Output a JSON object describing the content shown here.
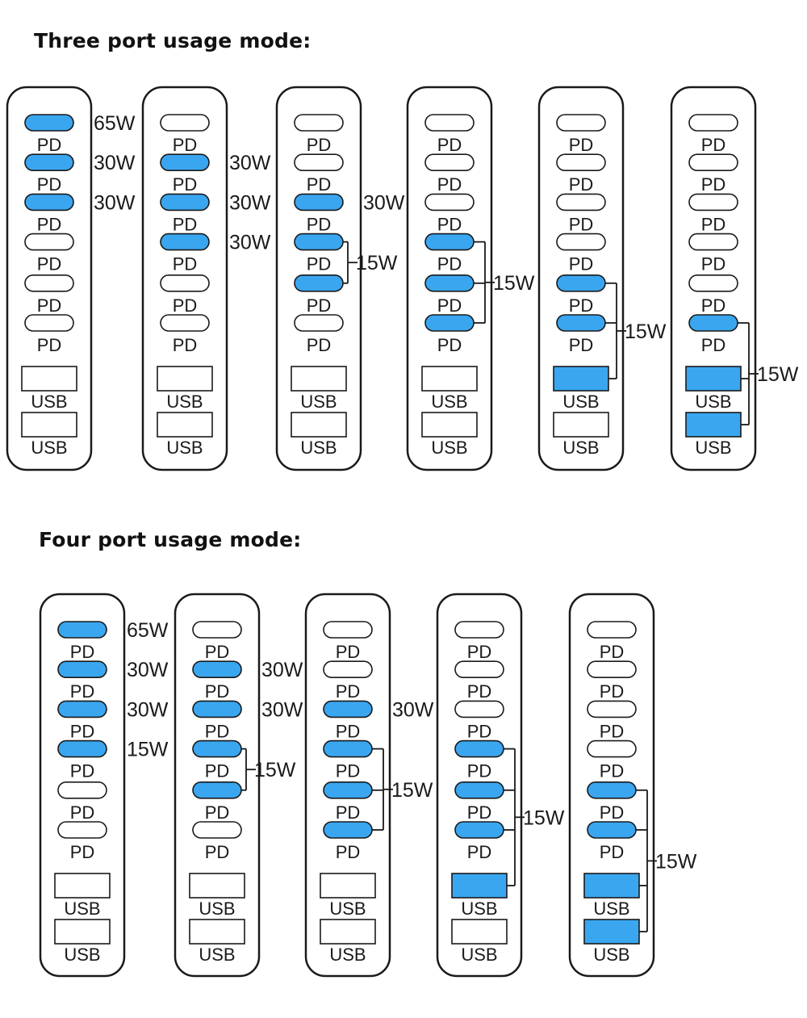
{
  "titles": {
    "three_port": "Three port usage mode:",
    "four_port": "Four port usage mode:"
  },
  "labels": {
    "pd": "PD",
    "usb": "USB"
  },
  "colors": {
    "active": "#3aa6f0",
    "outline": "#1a1a1a",
    "background": "#ffffff"
  },
  "sections": [
    {
      "name": "three-port",
      "strips": [
        {
          "active": [
            0,
            1,
            2
          ],
          "watts": [
            {
              "ports": [
                0
              ],
              "text": "65W"
            },
            {
              "ports": [
                1
              ],
              "text": "30W"
            },
            {
              "ports": [
                2
              ],
              "text": "30W"
            }
          ]
        },
        {
          "active": [
            1,
            2,
            3
          ],
          "watts": [
            {
              "ports": [
                1
              ],
              "text": "30W"
            },
            {
              "ports": [
                2
              ],
              "text": "30W"
            },
            {
              "ports": [
                3
              ],
              "text": "30W"
            }
          ]
        },
        {
          "active": [
            2,
            3,
            4
          ],
          "watts": [
            {
              "ports": [
                2
              ],
              "text": "30W"
            },
            {
              "ports": [
                3,
                4
              ],
              "text": "15W"
            }
          ]
        },
        {
          "active": [
            3,
            4,
            5
          ],
          "watts": [
            {
              "ports": [
                3,
                4,
                5
              ],
              "text": "15W"
            }
          ]
        },
        {
          "active": [
            4,
            5,
            6
          ],
          "watts": [
            {
              "ports": [
                4,
                5,
                6
              ],
              "text": "15W"
            }
          ]
        },
        {
          "active": [
            5,
            6,
            7
          ],
          "watts": [
            {
              "ports": [
                5,
                6,
                7
              ],
              "text": "15W"
            }
          ]
        }
      ]
    },
    {
      "name": "four-port",
      "strips": [
        {
          "active": [
            0,
            1,
            2,
            3
          ],
          "watts": [
            {
              "ports": [
                0
              ],
              "text": "65W"
            },
            {
              "ports": [
                1
              ],
              "text": "30W"
            },
            {
              "ports": [
                2
              ],
              "text": "30W"
            },
            {
              "ports": [
                3
              ],
              "text": "15W"
            }
          ]
        },
        {
          "active": [
            1,
            2,
            3,
            4
          ],
          "watts": [
            {
              "ports": [
                1
              ],
              "text": "30W"
            },
            {
              "ports": [
                2
              ],
              "text": "30W"
            },
            {
              "ports": [
                3,
                4
              ],
              "text": "15W"
            }
          ]
        },
        {
          "active": [
            2,
            3,
            4,
            5
          ],
          "watts": [
            {
              "ports": [
                2
              ],
              "text": "30W"
            },
            {
              "ports": [
                3,
                4,
                5
              ],
              "text": "15W"
            }
          ]
        },
        {
          "active": [
            3,
            4,
            5,
            6
          ],
          "watts": [
            {
              "ports": [
                3,
                4,
                5,
                6
              ],
              "text": "15W"
            }
          ]
        },
        {
          "active": [
            4,
            5,
            6,
            7
          ],
          "watts": [
            {
              "ports": [
                4,
                5,
                6,
                7
              ],
              "text": "15W"
            }
          ]
        }
      ]
    }
  ]
}
